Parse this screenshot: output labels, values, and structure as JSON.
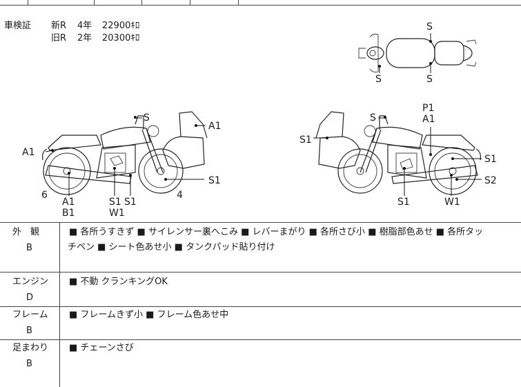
{
  "inspection": {
    "label": "車検証",
    "line1_type": "新R",
    "line1_years": "4年",
    "line1_price": "22900ｷﾛ",
    "line2_type": "旧R",
    "line2_years": "2年",
    "line2_price": "20300ｷﾛ"
  },
  "diagram_labels": {
    "top_s1": "S",
    "top_s2": "S",
    "top_s3": "S",
    "left_s": "S",
    "left_a1_top": "A1",
    "left_a1_side": "A1",
    "left_s1_right": "S1",
    "left_6": "6",
    "left_a1_bottom": "A1",
    "left_b1": "B1",
    "left_s1a": "S1",
    "left_s1b": "S1",
    "left_w1": "W1",
    "left_4": "4",
    "right_s": "S",
    "right_p1": "P1",
    "right_a1": "A1",
    "right_s1_left": "S1",
    "right_s1_right": "S1",
    "right_s2": "S2",
    "right_s1_bottom": "S1",
    "right_w1": "W1"
  },
  "rows": [
    {
      "title": "外　観",
      "grade": "B",
      "text_line1": "■ 各所うすきず ■ サイレンサー裏へこみ ■ レバーまがり ■ 各所さび小 ■ 樹脂部色あせ ■ 各所タッ",
      "text_line2": "チペン ■ シート色あせ小 ■ タンクパッド貼り付け"
    },
    {
      "title": "エンジン",
      "grade": "D",
      "text_line1": "■ 不動 クランキングOK"
    },
    {
      "title": "フレーム",
      "grade": "B",
      "text_line1": "■ フレームきず小 ■ フレーム色あせ中"
    },
    {
      "title": "足まわり",
      "grade": "B",
      "text_line1": "■ チェーンさび"
    }
  ]
}
